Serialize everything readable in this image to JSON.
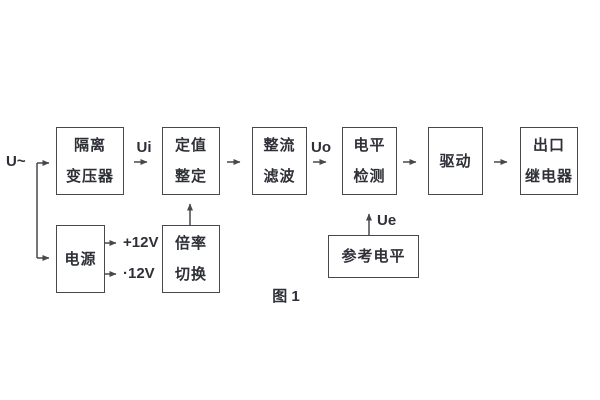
{
  "colors": {
    "line": "#47474d",
    "text": "#2e3037",
    "background": "#ffffff"
  },
  "labels": {
    "input": "U~",
    "ui": "Ui",
    "uo": "Uo",
    "ue": "Ue",
    "plus_12v": "+12V",
    "minus_12v": "·12V",
    "caption": "图 1"
  },
  "blocks": {
    "isolation_transformer": {
      "line1": "隔离",
      "line2": "变压器"
    },
    "value_setting": {
      "line1": "定值",
      "line2": "整定"
    },
    "rectifier_filter": {
      "line1": "整流",
      "line2": "滤波"
    },
    "level_detection": {
      "line1": "电平",
      "line2": "检测"
    },
    "driver": {
      "label": "驱动"
    },
    "output_relay": {
      "line1": "出口",
      "line2": "继电器"
    },
    "power_supply": {
      "label": "电源"
    },
    "ratio_switching": {
      "line1": "倍率",
      "line2": "切换"
    },
    "reference_level": {
      "label": "参考电平"
    }
  }
}
